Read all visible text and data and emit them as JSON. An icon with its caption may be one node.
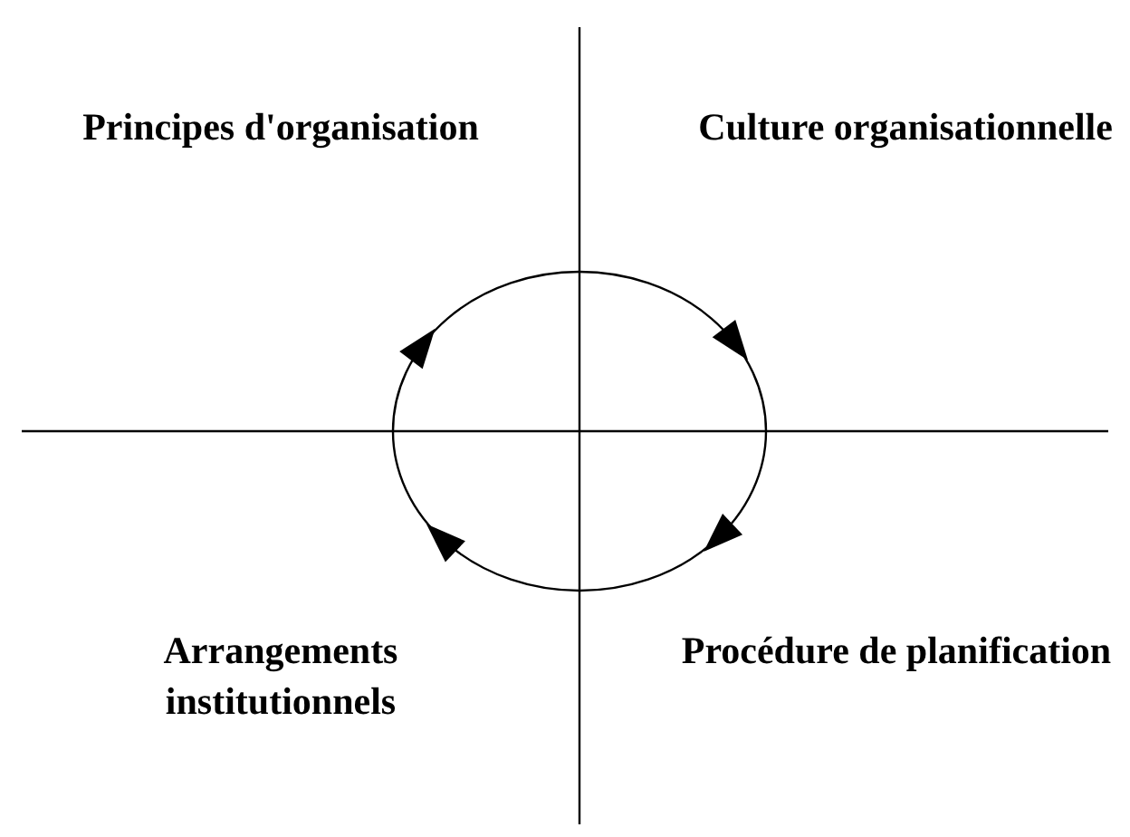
{
  "diagram": {
    "labels": [
      "Principes d'organisation",
      "Culture organisationnelle",
      "Arrangements institutionnels",
      "Procédure de planification"
    ]
  }
}
